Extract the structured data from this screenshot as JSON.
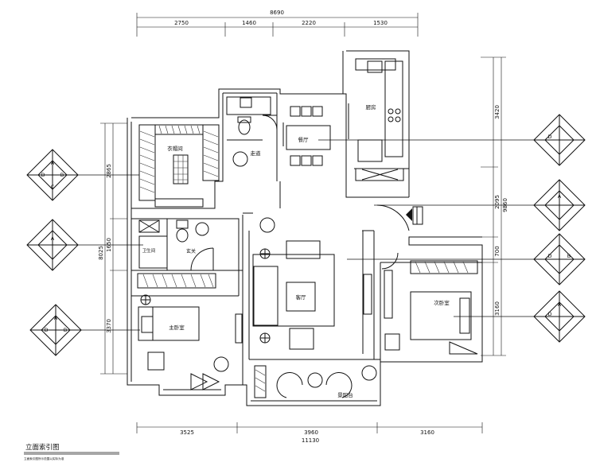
{
  "drawing": {
    "title": "立面索引图",
    "subtitle": "立面索引图所示范围以实际为准"
  },
  "dimensions": {
    "top_total": "8690",
    "top_segments": [
      "2750",
      "1460",
      "2220",
      "1530"
    ],
    "bottom_total": "11130",
    "bottom_segments": [
      "3525",
      "3960",
      "3160"
    ],
    "left_total": "8025",
    "left_segments": [
      "2865",
      "1650",
      "3370"
    ],
    "right_total": "9860",
    "right_segments": [
      "3420",
      "2095",
      "700",
      "3160"
    ]
  },
  "rooms": {
    "closet": "衣帽间",
    "dining": "餐厅",
    "kitchen": "厨房",
    "living": "客厅",
    "master_bedroom": "主卧室",
    "second_bedroom": "次卧室",
    "balcony": "景阳台",
    "bath": "卫生间",
    "corridor": "走道",
    "entry": "玄关"
  },
  "index_markers": [
    {
      "id": "left-top",
      "labels": [
        "A",
        "D",
        "B",
        "C"
      ]
    },
    {
      "id": "left-mid",
      "labels": [
        "A"
      ]
    },
    {
      "id": "left-bottom",
      "labels": [
        "A",
        "D",
        "B"
      ]
    },
    {
      "id": "right-1",
      "labels": [
        "D"
      ]
    },
    {
      "id": "right-2",
      "labels": [
        "A"
      ]
    },
    {
      "id": "right-3",
      "labels": [
        "D",
        "B"
      ]
    },
    {
      "id": "right-4",
      "labels": [
        "A",
        "D"
      ]
    }
  ]
}
